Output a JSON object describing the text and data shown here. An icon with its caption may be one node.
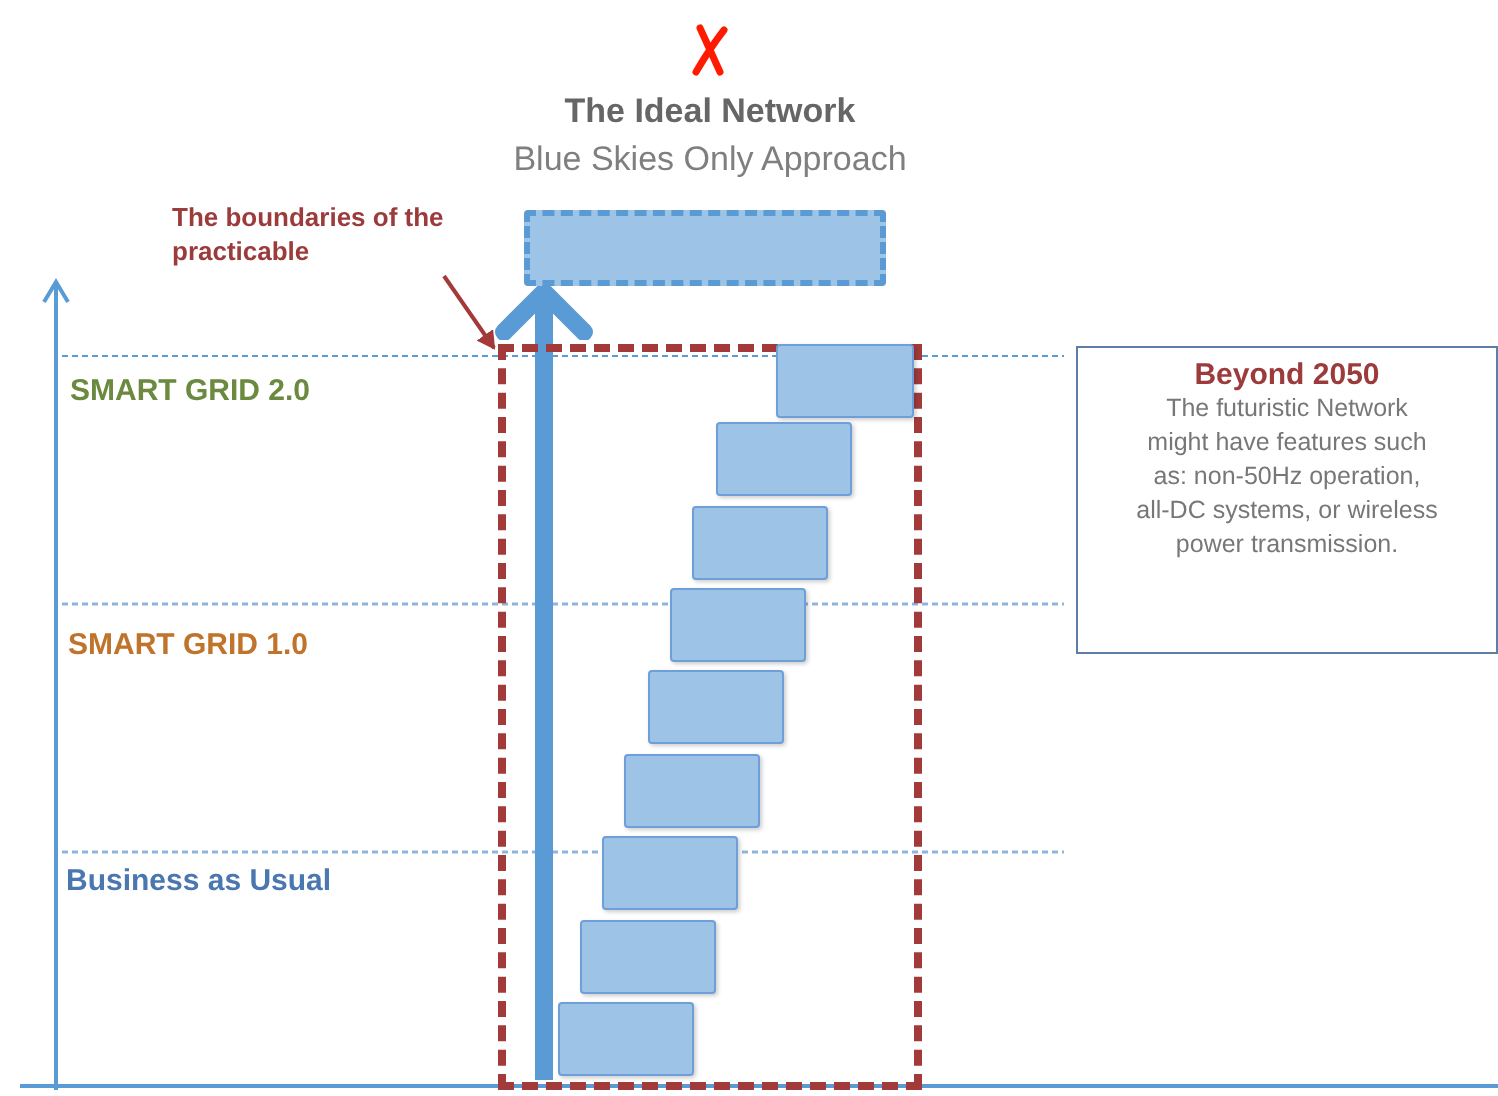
{
  "diagram": {
    "title": "The Ideal Network",
    "nodes": [
      {
        "text": [],
        "shape": "box"
      },
      {
        "text": [
          "The boundaries of the practicable"
        ]
      },
      {
        "text": [],
        "shape": "box"
      },
      {
        "text": [],
        "shape": "box",
        "in": 2
      },
      {
        "text": [],
        "shape": "box",
        "in": 2
      },
      {
        "text": [],
        "shape": "box",
        "in": 2
      },
      {
        "text": [],
        "shape": "box",
        "in": 2
      },
      {
        "text": [],
        "shape": "box",
        "in": 2
      },
      {
        "text": [],
        "shape": "box",
        "in": 2
      },
      {
        "text": [],
        "shape": "box",
        "in": 2
      },
      {
        "text": [],
        "shape": "box",
        "in": 2
      },
      {
        "text": [],
        "shape": "box",
        "in": 2
      },
      {
        "text": [
          "Beyond 2050",
          "The futuristic Network might have features such as: non-50Hz operation, all-DC systems, or wireless power transmission."
        ]
      }
    ],
    "edges": [
      {
        "from": 1,
        "to": 2,
        "arrow": "to"
      },
      {
        "from": 2,
        "to": 0,
        "arrow": "to",
        "style": "thick",
        "color": "#5b9bd5"
      }
    ],
    "labels": [
      "Blue Skies Only Approach",
      "SMART GRID 2.0",
      "SMART GRID 1.0",
      "Business as Usual"
    ]
  }
}
